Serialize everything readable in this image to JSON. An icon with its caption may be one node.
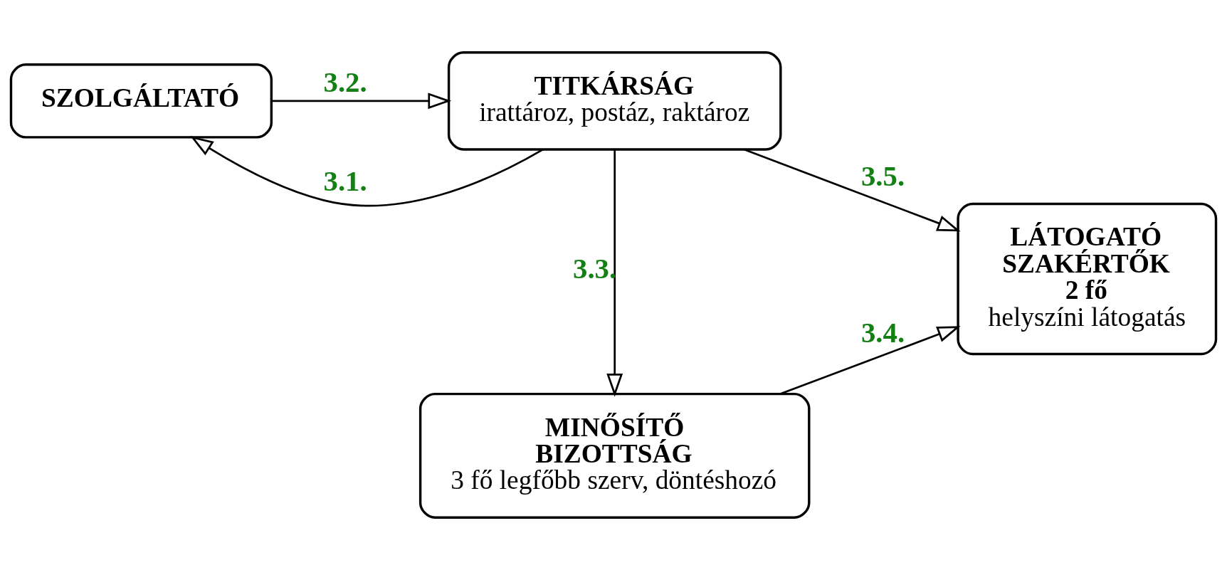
{
  "diagram": {
    "nodes": [
      {
        "text": [
          "SZOLGÁLTATÓ"
        ]
      },
      {
        "text": [
          "MINŐSÍTŐ BIZOTTSÁG",
          "3 fő legfőbb szerv, döntéshozó"
        ]
      },
      {
        "text": [
          "LÁTOGATÓ SZAKÉRTŐK",
          "2 fő",
          "helyszíni látogatás"
        ]
      },
      {
        "text": [
          "TITKÁRSÁG",
          "irattároz, postáz, raktároz"
        ]
      }
    ],
    "edges": [
      {
        "from": 3,
        "to": 0,
        "arrow": "to",
        "label": "3.1."
      },
      {
        "from": 0,
        "to": 3,
        "arrow": "to",
        "label": "3.2."
      },
      {
        "from": 3,
        "to": 1,
        "arrow": "to",
        "label": "3.3."
      },
      {
        "from": 1,
        "to": 2,
        "arrow": "to",
        "label": "3.4."
      },
      {
        "from": 3,
        "to": 2,
        "arrow": "to",
        "label": "3.5."
      }
    ]
  }
}
